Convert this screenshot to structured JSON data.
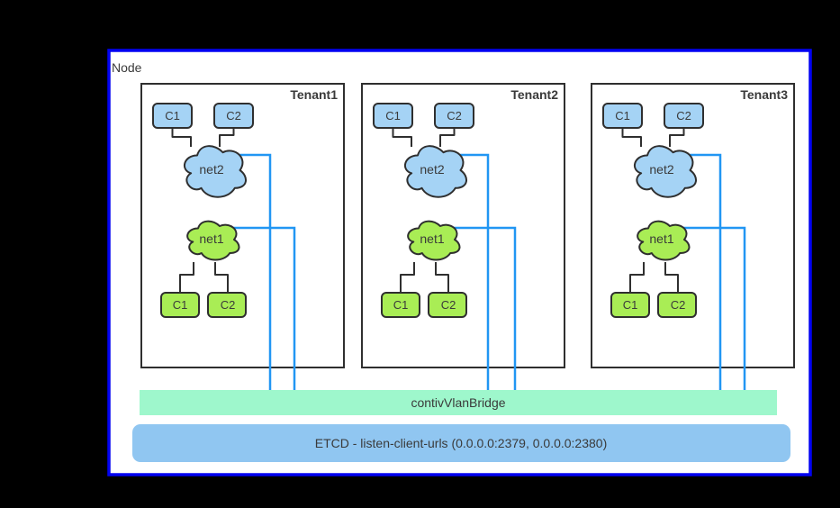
{
  "node": {
    "label": "Node"
  },
  "tenants": [
    {
      "label": "Tenant1",
      "top_containers": [
        "C1",
        "C2"
      ],
      "networks": [
        "net2",
        "net1"
      ],
      "bottom_containers": [
        "C1",
        "C2"
      ]
    },
    {
      "label": "Tenant2",
      "top_containers": [
        "C1",
        "C2"
      ],
      "networks": [
        "net2",
        "net1"
      ],
      "bottom_containers": [
        "C1",
        "C2"
      ]
    },
    {
      "label": "Tenant3",
      "top_containers": [
        "C1",
        "C2"
      ],
      "networks": [
        "net2",
        "net1"
      ],
      "bottom_containers": [
        "C1",
        "C2"
      ]
    }
  ],
  "bridge": {
    "label": "contivVlanBridge"
  },
  "etcd": {
    "label": "ETCD - listen-client-urls (0.0.0.0:2379, 0.0.0.0:2380)"
  },
  "colors": {
    "background": "#000000",
    "node_border": "#0202f2",
    "node_fill": "#ffffff",
    "outline": "#2f2f2f",
    "container_blue": "#a5d3f5",
    "network_green": "#a9ed55",
    "link_blue": "#2196f3",
    "bridge_green": "#9ef7cc",
    "etcd_blue": "#90c6f1",
    "text": "#3a3a3a"
  }
}
